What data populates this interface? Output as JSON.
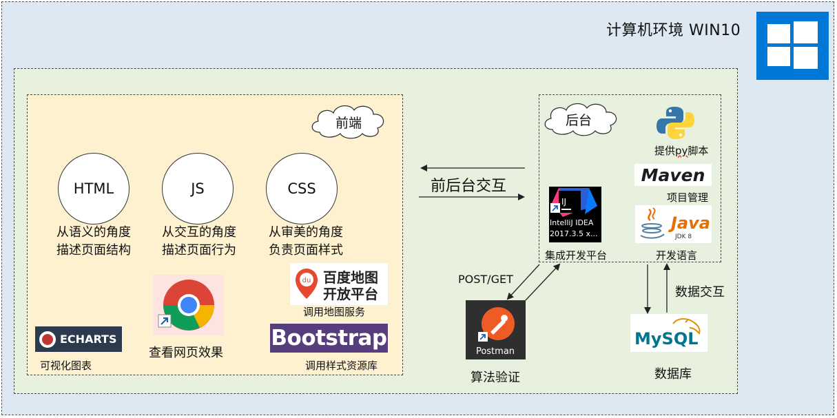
{
  "environment": {
    "title": "计算机环境 WIN10",
    "logo_icon": "windows-logo-icon",
    "logo_color": "#0078d7"
  },
  "frontend": {
    "cloud_label": "前端",
    "tech": [
      {
        "name": "HTML",
        "desc_line1": "从语义的角度",
        "desc_line2": "描述页面结构"
      },
      {
        "name": "JS",
        "desc_line1": "从交互的角度",
        "desc_line2": "描述页面行为"
      },
      {
        "name": "CSS",
        "desc_line1": "从审美的角度",
        "desc_line2": "负责页面样式"
      }
    ],
    "echarts": {
      "logo_text": "ECHARTS",
      "caption": "可视化图表"
    },
    "chrome": {
      "caption": "查看网页效果"
    },
    "baidu": {
      "logo_line1": "百度地图",
      "logo_line2": "开放平台",
      "badge": "du",
      "caption": "调用地图服务"
    },
    "bootstrap": {
      "logo_text": "Bootstrap",
      "caption": "调用样式资源库"
    }
  },
  "interaction": {
    "label": "前后台交互"
  },
  "backend": {
    "cloud_label": "后台",
    "python": {
      "caption_pre": "提供",
      "caption_py": "py",
      "caption_post": "脚本"
    },
    "maven": {
      "logo_text": "Maven",
      "caption": "项目管理"
    },
    "java": {
      "logo_text": "Java",
      "sub": "JDK 8",
      "caption": "开发语言"
    },
    "idea": {
      "badge": "IJ",
      "line1": "IntelliJ IDEA",
      "line2": "2017.3.5 x...",
      "caption": "集成开发平台"
    }
  },
  "postman": {
    "logo_text": "Postman",
    "caption": "算法验证",
    "link_label": "POST/GET"
  },
  "database": {
    "logo_text": "MySQL",
    "caption": "数据库",
    "link_label": "数据交互"
  },
  "colors": {
    "env_bg": "#dde8f3",
    "system_bg": "#e7f1dd",
    "frontend_bg": "#fdf1cf",
    "bootstrap": "#563d7c",
    "echarts_bg": "#2c3a4d",
    "postman_orange": "#ef5b25"
  }
}
